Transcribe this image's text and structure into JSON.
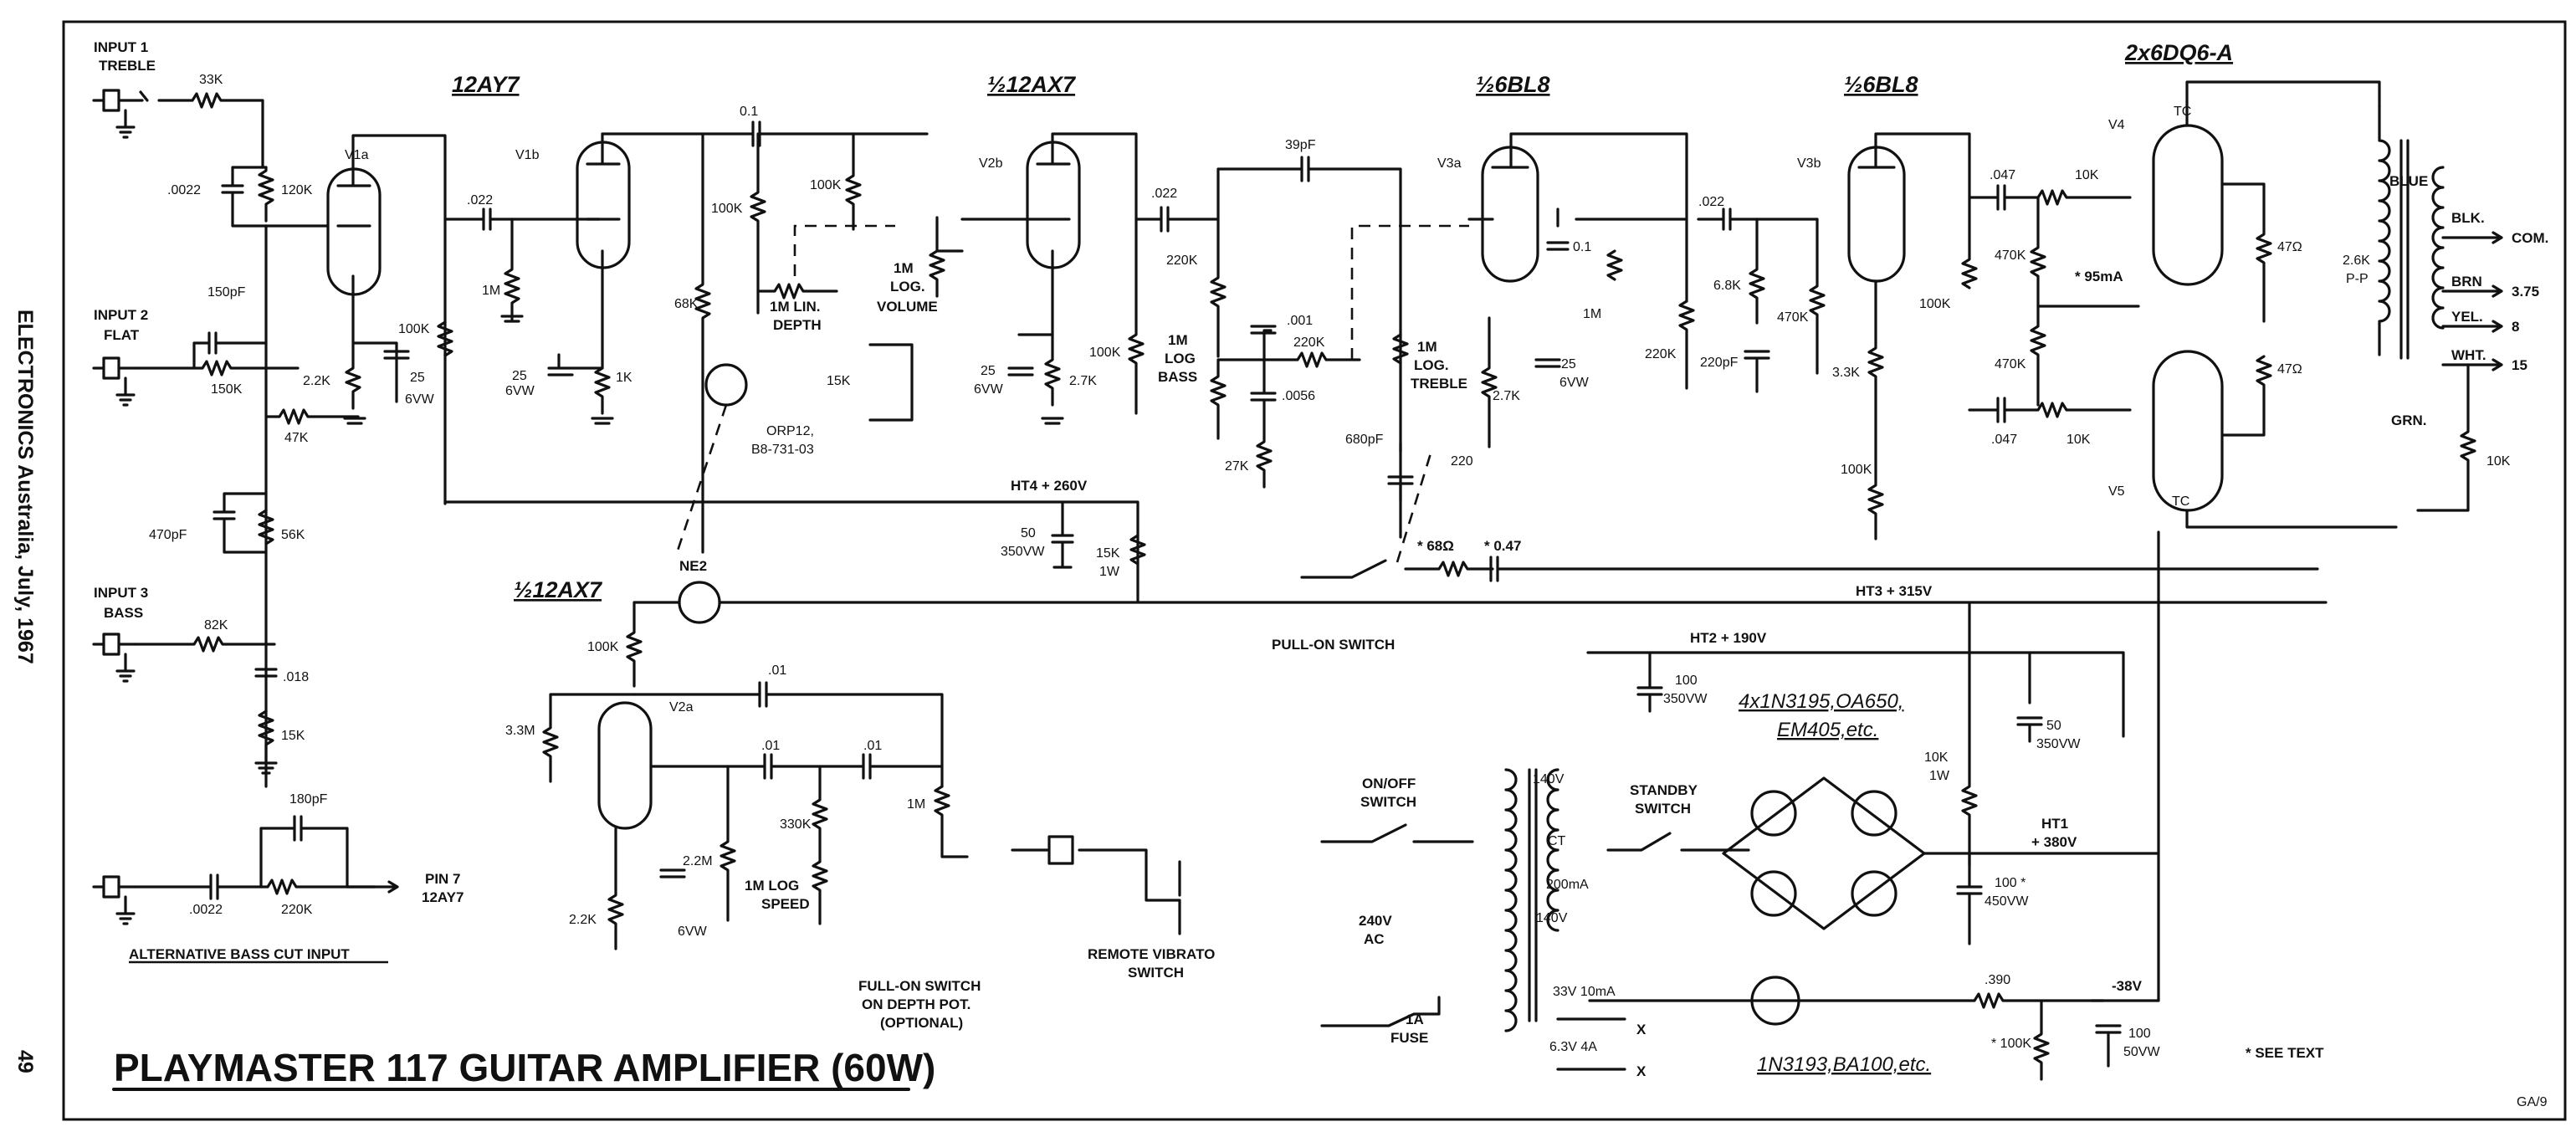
{
  "title": "PLAYMASTER 117 GUITAR AMPLIFIER (60W)",
  "side_caption": "ELECTRONICS  Australia,  July,  1967",
  "page_number": "49",
  "figure_code": "GA/9",
  "see_text": "* SEE TEXT",
  "inputs": {
    "in1": "INPUT 1",
    "in1b": "TREBLE",
    "in2": "INPUT 2",
    "in2b": "FLAT",
    "in3": "INPUT 3",
    "in3b": "BASS",
    "alt": "ALTERNATIVE BASS CUT INPUT",
    "pin7a": "PIN 7",
    "pin7b": "12AY7"
  },
  "tubes": {
    "t1": "12AY7",
    "t2": "½12AX7",
    "t3": "½6BL8",
    "t4": "½6BL8",
    "t5": "2x6DQ6-A",
    "t6": "½12AX7",
    "v1a": "V1a",
    "v1b": "V1b",
    "v2b": "V2b",
    "v3a": "V3a",
    "v3b": "V3b",
    "v4": "V4",
    "v5": "V5",
    "v2a": "V2a",
    "ne2": "NE2"
  },
  "components": {
    "r33k": "33K",
    "c0022": ".0022",
    "r120k": "120K",
    "c150p": "150pF",
    "r150k": "150K",
    "r47k": "47K",
    "c470p": "470pF",
    "r56k": "56K",
    "r82k": "82K",
    "c018": ".018",
    "r15k": "15K",
    "c180p": "180pF",
    "c0022b": ".0022",
    "r220k": "220K",
    "r22k": "2.2K",
    "c25a": "25",
    "c25a2": "6VW",
    "r100ka": "100K",
    "c022": ".022",
    "r1m": "1M",
    "c25b": "25",
    "c25b2": "6VW",
    "r1k": "1K",
    "r68k": "68K",
    "c01": "0.1",
    "r100kb": "100K",
    "r100kc": "100K",
    "depth1": "1M LIN.",
    "depth2": "DEPTH",
    "vol1": "1M",
    "vol2": "LOG.",
    "vol3": "VOLUME",
    "r15k2": "15K",
    "orp1": "ORP12,",
    "orp2": "B8-731-03",
    "c25c": "25",
    "c25c2": "6VW",
    "r27k": "2.7K",
    "r100kd": "100K",
    "ht4": "HT4 + 260V",
    "c50a": "50",
    "c50a2": "350VW",
    "r15k3": "15K",
    "r15k3b": "1W",
    "c022b": ".022",
    "r220kb": "220K",
    "c39p": "39pF",
    "c001": ".001",
    "r220kc": "220K",
    "bass1": "1M",
    "bass2": "LOG",
    "bass3": "BASS",
    "c0056": ".0056",
    "r27k2": "27K",
    "treb1": "1M",
    "treb2": "LOG.",
    "treb3": "TREBLE",
    "c680p": "680pF",
    "c01b": "0.1",
    "r1mb": "1M",
    "r27kb": "2.7K",
    "c25d": "25",
    "c25d2": "6VW",
    "r220": "220",
    "r220kd": "220K",
    "c022c": ".022",
    "r68k2": "6.8K",
    "c220p": "220pF",
    "r470ka": "470K",
    "r33k2": "3.3K",
    "r100ke": "100K",
    "r100kf": "100K",
    "c047a": ".047",
    "c047b": ".047",
    "r10ka": "10K",
    "r10kb": "10K",
    "r470kb": "470K",
    "r470kc": "470K",
    "ma95": "* 95mA",
    "r47a": "47Ω",
    "r47b": "47Ω",
    "tc1": "TC",
    "tc2": "TC",
    "op1": "2.6K",
    "op2": "P-P",
    "blue": "BLUE",
    "grn": "GRN.",
    "blk": "BLK.",
    "com": "COM.",
    "brn": "BRN",
    "yel": "YEL.",
    "wht": "WHT.",
    "o375": "3.75",
    "o8": "8",
    "o15": "15",
    "r10kfb": "10K",
    "r68ohm": "* 68Ω",
    "c047s": "* 0.47",
    "pullon": "PULL-ON SWITCH",
    "ht3": "HT3 + 315V",
    "ht2": "HT2 + 190V",
    "c100a": "100",
    "c100a2": "350VW",
    "r100kg": "100K",
    "r33m": "3.3M",
    "c01c": ".01",
    "c01d": ".01",
    "c01e": ".01",
    "r22m": "2.2M",
    "speed1": "1M LOG",
    "speed2": "SPEED",
    "r330k": "330K",
    "r1mc": "1M",
    "r22kb": "2.2K",
    "c6vw": "6VW",
    "fullon1": "FULL-ON SWITCH",
    "fullon2": "ON DEPTH POT.",
    "fullon3": "(OPTIONAL)",
    "remote1": "REMOTE VIBRATO",
    "remote2": "SWITCH",
    "diodes1": "4x1N3195,OA650,",
    "diodes2": "EM405,etc.",
    "onoff1": "ON/OFF",
    "onoff2": "SWITCH",
    "ac1": "240V",
    "ac2": "AC",
    "fuse1": "1A",
    "fuse2": "FUSE",
    "tr140a": "140V",
    "trct": "CT",
    "tr200": "200mA",
    "tr140b": "140V",
    "tr33": "33V 10mA",
    "tr63": "6.3V 4A",
    "x1": "X",
    "x2": "X",
    "standby1": "STANDBY",
    "standby2": "SWITCH",
    "c50b": "50",
    "c50b2": "350VW",
    "r10kc": "10K",
    "r10kc2": "1W",
    "ht1": "HT1",
    "ht1v": "+ 380V",
    "c100b": "100 *",
    "c100b2": "450VW",
    "bias": "-38V",
    "r390": ".390",
    "r100kh": "* 100K",
    "c100c": "100",
    "c100c2": "50VW",
    "diode2": "1N3193,BA100,etc."
  }
}
